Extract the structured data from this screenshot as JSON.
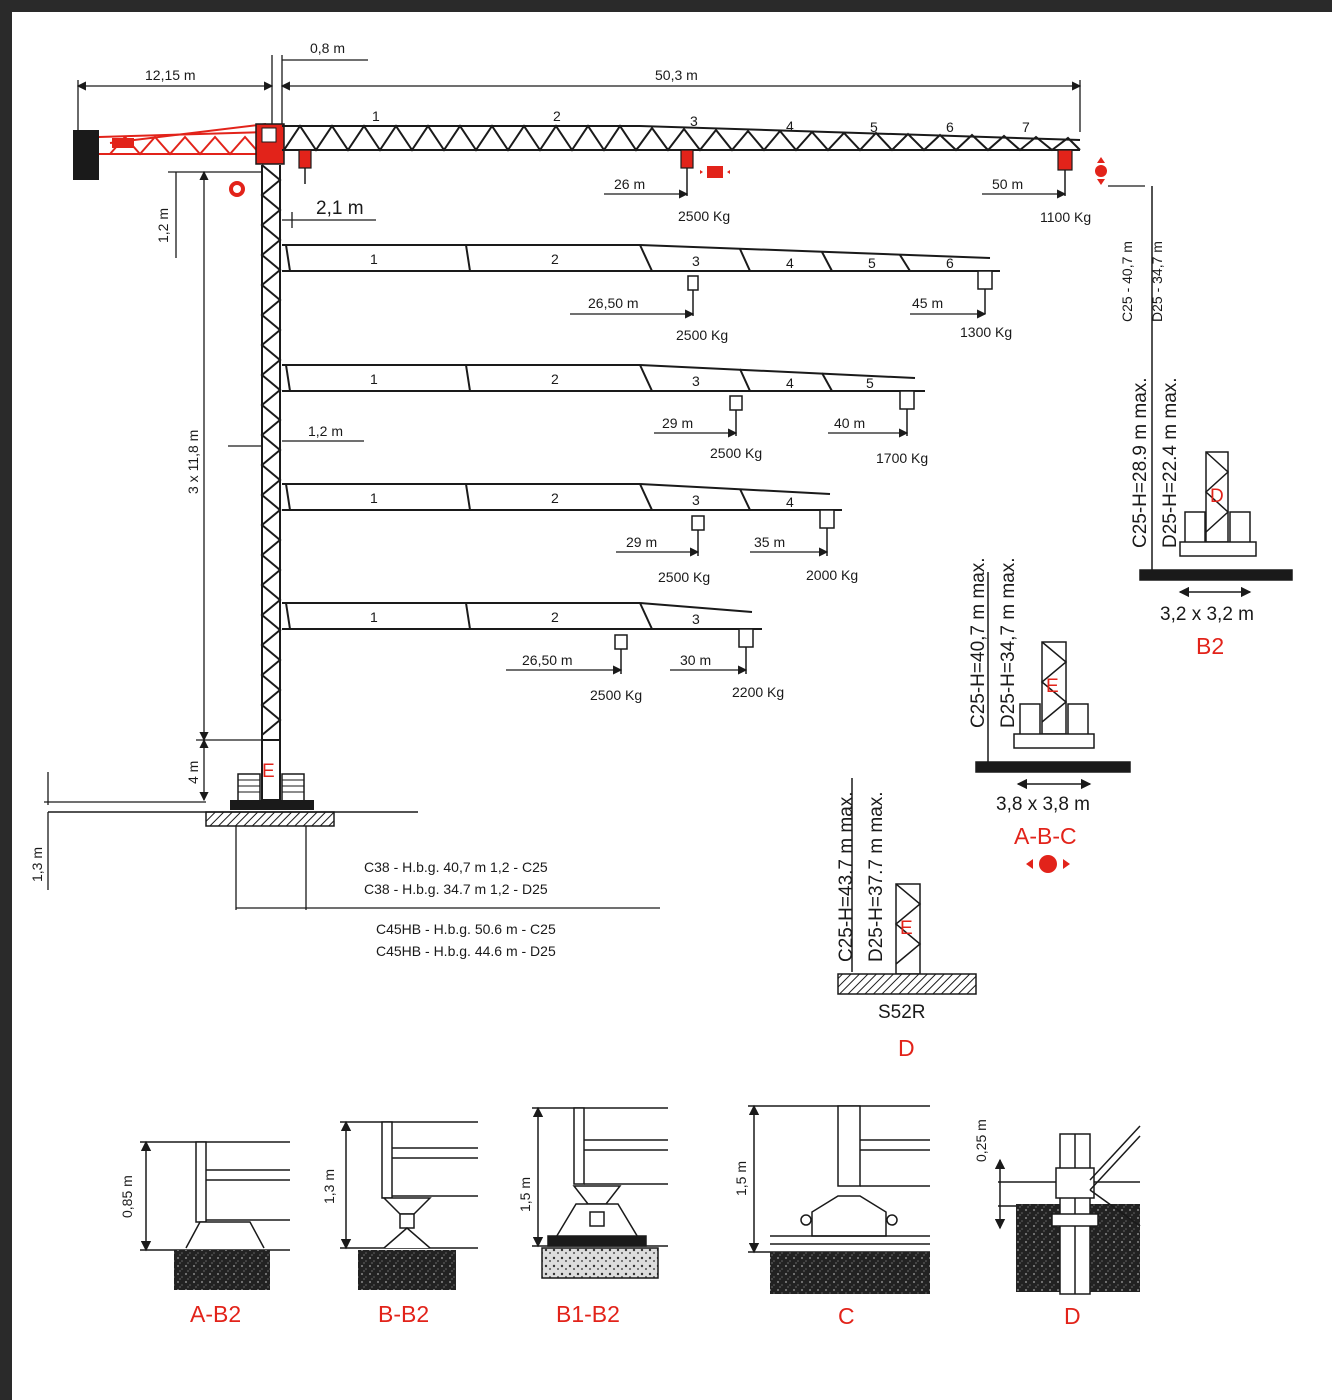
{
  "dims": {
    "counterjib": "12,15 m",
    "offset": "0,8 m",
    "jib_length": "50,3 m",
    "tower_offset": "2,1 m",
    "tower_offset2": "1,2 m",
    "cab_height": "1,2 m",
    "mast_height": "3 x 11,8 m",
    "base_height": "4 m",
    "foundation": "1,3 m"
  },
  "jibs": [
    {
      "segments": [
        "1",
        "2",
        "3",
        "4",
        "5",
        "6",
        "7"
      ],
      "radius1": "26 m",
      "load1": "2500 Kg",
      "radius2": "50 m",
      "load2": "1100 Kg"
    },
    {
      "segments": [
        "1",
        "2",
        "3",
        "4",
        "5",
        "6"
      ],
      "radius1": "26,50 m",
      "load1": "2500 Kg",
      "radius2": "45 m",
      "load2": "1300 Kg"
    },
    {
      "segments": [
        "1",
        "2",
        "3",
        "4",
        "5"
      ],
      "radius1": "29 m",
      "load1": "2500 Kg",
      "radius2": "40 m",
      "load2": "1700 Kg"
    },
    {
      "segments": [
        "1",
        "2",
        "3",
        "4"
      ],
      "radius1": "29 m",
      "load1": "2500 Kg",
      "radius2": "35 m",
      "load2": "2000 Kg"
    },
    {
      "segments": [
        "1",
        "2",
        "3"
      ],
      "radius1": "26,50 m",
      "load1": "2500 Kg",
      "radius2": "30 m",
      "load2": "2200 Kg"
    }
  ],
  "notes": [
    "C38 - H.b.g. 40,7 m 1,2 - C25",
    "C38 - H.b.g. 34.7 m 1,2 - D25",
    "C45HB - H.b.g. 50.6 m  - C25",
    "C45HB - H.b.g. 44.6 m  - D25"
  ],
  "top_right": {
    "a": "C25 - 40,7 m",
    "b": "D25 - 34,7 m"
  },
  "chassis_b2": {
    "h1": "C25-H=28.9 m  max.",
    "h2": "D25-H=22.4 m  max.",
    "letter": "D",
    "size": "3,2 x 3,2 m",
    "label": "B2"
  },
  "chassis_abc": {
    "h1": "C25-H=40,7 m  max.",
    "h2": "D25-H=34,7 m  max.",
    "letter": "E",
    "size": "3,8 x 3,8 m",
    "label": "A-B-C"
  },
  "chassis_s52r": {
    "h1": "C25-H=43.7 m  max.",
    "h2": "D25-H=37.7 m  max.",
    "letter": "E",
    "name": "S52R",
    "label": "D"
  },
  "mast_letter": "E",
  "details": [
    {
      "dim": "0,85 m",
      "label": "A-B2"
    },
    {
      "dim": "1,3 m",
      "label": "B-B2"
    },
    {
      "dim": "1,5 m",
      "label": "B1-B2"
    },
    {
      "dim": "1,5 m",
      "label": "C"
    },
    {
      "dim": "0,25 m",
      "label": "D"
    }
  ],
  "colors": {
    "accent": "#e2231a",
    "line": "#1a1a1a"
  }
}
